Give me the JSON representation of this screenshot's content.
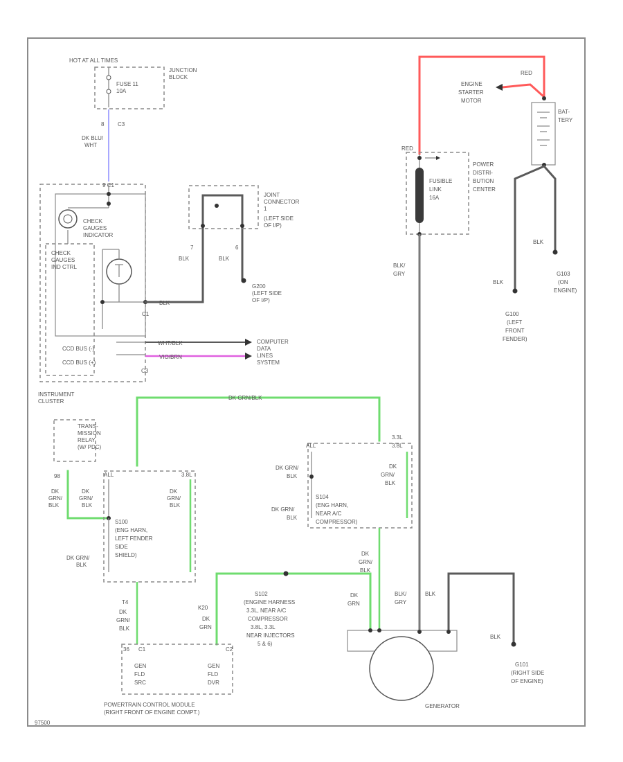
{
  "colors": {
    "red_wire": "#ff5a5a",
    "green_wire": "#6fdc6f",
    "blue_wire": "#a8a8ff",
    "pink_wire": "#e060e0",
    "wire_dark": "#5a5a5a"
  },
  "labels": {
    "hot_label": "HOT AT ALL TIMES",
    "fuse": "FUSE 11",
    "fuse_amp": "10A",
    "junction_block_1": "JUNCTION",
    "junction_block_2": "BLOCK",
    "pin_8": "8",
    "conn_c3": "C3",
    "wire_dk_blu_wht_1": "DK BLU/",
    "wire_dk_blu_wht_2": "WHT",
    "conn_c1_top": "9 C1",
    "check_gauges_1": "CHECK",
    "check_gauges_2": "GAUGES",
    "check_gauges_3": "INDICATOR",
    "ctrl_1": "CHECK",
    "ctrl_2": "GAUGES",
    "ctrl_3": "IND CTRL",
    "joint_1": "JOINT",
    "joint_2": "CONNECTOR",
    "joint_3": "1",
    "joint_4": "(LEFT SIDE",
    "joint_5": "OF I/P)",
    "pin_7": "7",
    "blk_1": "BLK",
    "pin_6": "6",
    "blk_2": "BLK",
    "g200_1": "G200",
    "g200_2": "(LEFT SIDE",
    "g200_3": "OF I/P)",
    "wire_blk_c1": "BLK",
    "conn_c1_a": "C1",
    "ccd_minus": "CCD BUS (-)",
    "ccd_plus": "CCD BUS (+)",
    "wire_wht_blk": "WHT/BLK",
    "wire_violet_brn": "VIO/BRN",
    "computer_1": "COMPUTER",
    "computer_2": "DATA",
    "computer_3": "LINES",
    "computer_4": "SYSTEM",
    "conn_c3_b": "C3",
    "instrument_1": "INSTRUMENT",
    "instrument_2": "CLUSTER",
    "trans_1": "TRANS-",
    "trans_2": "MISSION",
    "trans_3": "RELAY",
    "trans_4": "(W/ PDC)",
    "wire_top_green": "DK GRN/BLK",
    "s100_1": "S100",
    "s100_2": "(ENG HARN,",
    "s100_3": "LEFT FENDER",
    "s100_4": "SIDE",
    "s100_5": "SHIELD)",
    "s104_1": "S104",
    "s104_2": "(ENG HARN,",
    "s104_3": "NEAR A/C",
    "s104_4": "COMPRESSOR)",
    "label_all": "ALL",
    "label_38l": "3.8L",
    "label_33l": "3.3L",
    "label_all_2": "ALL",
    "label_38l_2": "3.8L",
    "label_98": "98",
    "dk_grn_blk_a1": "DK",
    "dk_grn_blk_a2": "GRN/",
    "dk_grn_blk_a3": "BLK",
    "dk_grn_blk_b1": "DK",
    "dk_grn_blk_b2": "GRN/",
    "dk_grn_blk_b3": "BLK",
    "dk_grn_blk_c1": "DK",
    "dk_grn_blk_c2": "GRN/",
    "dk_grn_blk_c3": "BLK",
    "dk_grn_blk_d": "DK GRN/",
    "dk_grn_blk_d2": "BLK",
    "dk_grn_blk_e": "DK GRN/",
    "dk_grn_blk_e2": "BLK",
    "dk_grn_blk_f1": "DK",
    "dk_grn_blk_f2": "GRN/",
    "dk_grn_blk_f3": "BLK",
    "dk_grn_blk_g1": "DK",
    "dk_grn_blk_g2": "GRN/",
    "dk_grn_blk_g3": "BLK",
    "dk_grn_blk_h": "DK GRN/",
    "dk_grn_blk_h2": "BLK",
    "dk_grn_blk_i1": "DK",
    "dk_grn_blk_i2": "GRN/",
    "dk_grn_blk_i3": "BLK",
    "dk_grn_blk_j1": "DK",
    "dk_grn_blk_j2": "GRN",
    "dk_grn_blk_k1": "DK",
    "dk_grn_blk_k2": "GRN",
    "pin_t4": "T4",
    "pin_k20": "K20",
    "s102_1": "S102",
    "s102_2": "(ENGINE HARNESS",
    "s102_3": "3.3L, NEAR A/C",
    "s102_4": "COMPRESSOR",
    "s102_5": "3.8L, 3.3L",
    "s102_6": "NEAR INJECTORS",
    "s102_7": "5 & 6)",
    "pcm_pin_left": "36",
    "pcm_pin_left_2": "C1",
    "pcm_pin_right": "C2",
    "pcm_gen_fld_l1": "GEN",
    "pcm_gen_fld_l2": "FLD",
    "pcm_gen_fld_l3": "SRC",
    "pcm_gen_fld_r1": "GEN",
    "pcm_gen_fld_r2": "FLD",
    "pcm_gen_fld_r3": "DVR",
    "pcm_1": "POWERTRAIN CONTROL MODULE",
    "pcm_2": "(RIGHT FRONT OF ENGINE COMPT.)",
    "generator": "GENERATOR",
    "starter_1": "ENGINE",
    "starter_2": "STARTER",
    "starter_3": "MOTOR",
    "red_1": "RED",
    "red_2": "RED",
    "battery_1": "BAT-",
    "battery_2": "TERY",
    "pdc_1": "POWER",
    "pdc_2": "DISTRI-",
    "pdc_3": "BUTION",
    "pdc_4": "CENTER",
    "fusible_1": "FUSIBLE",
    "fusible_2": "LINK",
    "fusible_3": "16A",
    "blk_gry_1": "BLK/",
    "blk_gry_2": "GRY",
    "blk_gry_3": "BLK/",
    "blk_gry_4": "GRY",
    "blk_3": "BLK",
    "blk_4": "BLK",
    "blk_5": "BLK",
    "blk_6": "BLK",
    "g103_1": "G103",
    "g103_2": "(ON",
    "g103_3": "ENGINE)",
    "g100_1": "G100",
    "g100_2": "(LEFT",
    "g100_3": "FRONT",
    "g100_4": "FENDER)",
    "g101_1": "G101",
    "g101_2": "(RIGHT SIDE",
    "g101_3": "OF ENGINE)",
    "blk_gen": "BLK",
    "code": "97500"
  }
}
